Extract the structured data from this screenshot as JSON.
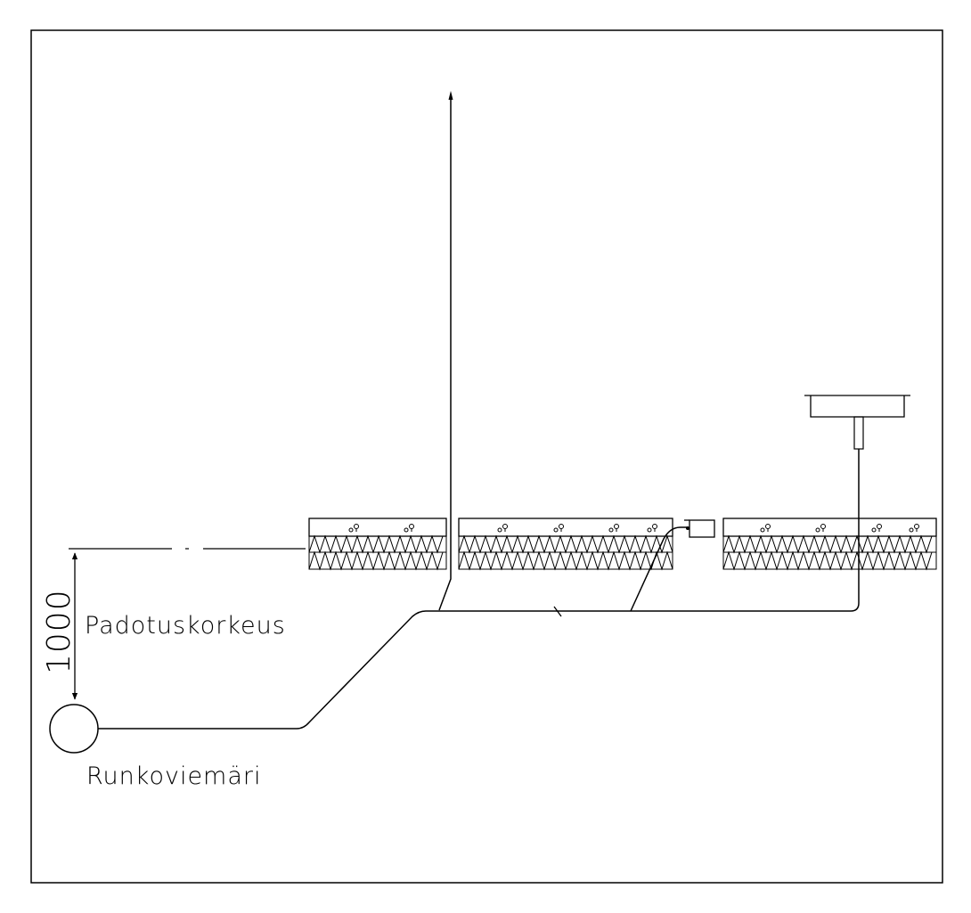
{
  "labels": {
    "dimension": "1000",
    "backflow_height": "Padotuskorkeus",
    "main_sewer": "Runkoviemäri"
  },
  "colors": {
    "ink": "#000000",
    "background": "#ffffff"
  }
}
